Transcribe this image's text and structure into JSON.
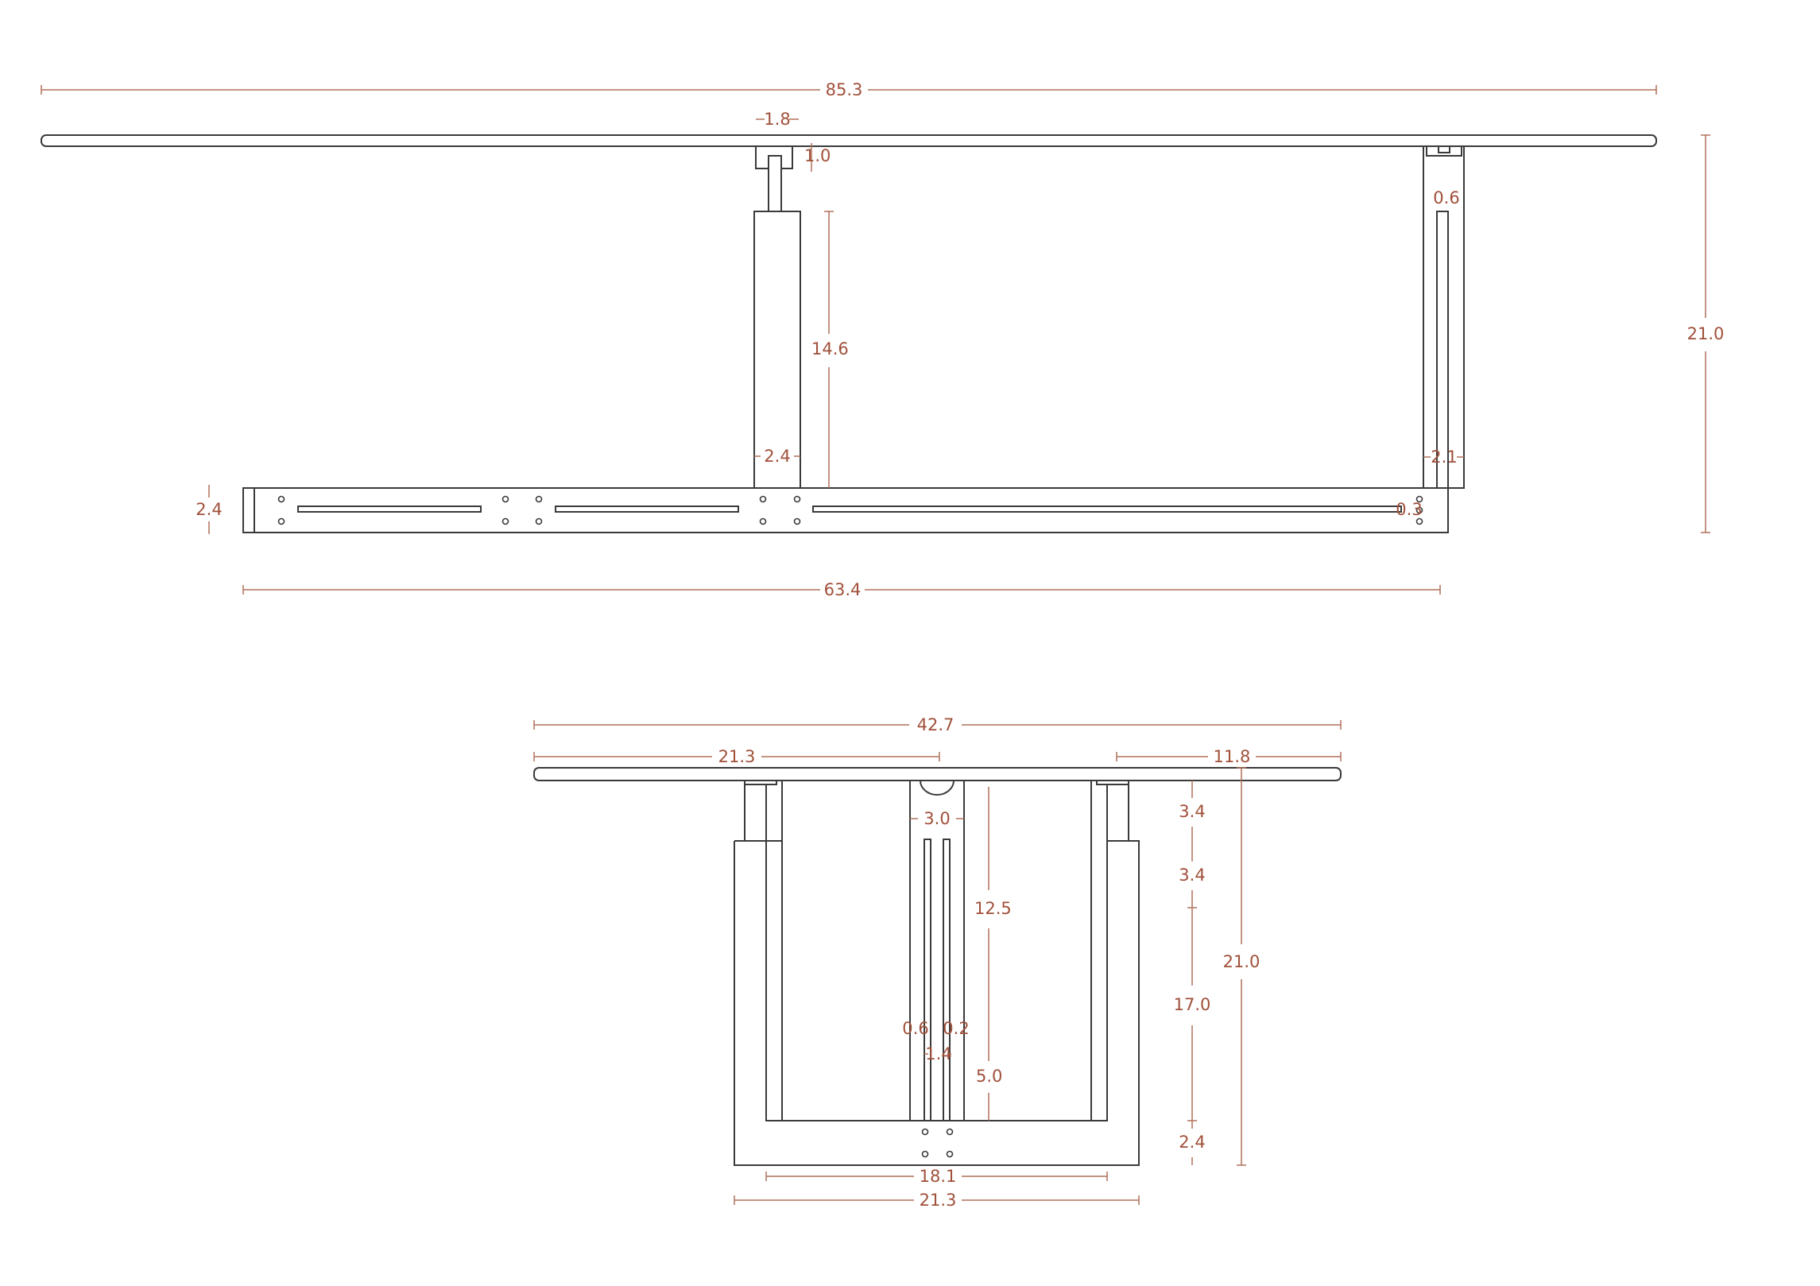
{
  "colors": {
    "line": "#3a3a3a",
    "dimension": "#b0705a",
    "dimension_text": "#a0503a",
    "background": "#ffffff"
  },
  "side_view": {
    "overall_length": "85.3",
    "pin_width": "1.8",
    "pin_height": "1.0",
    "post_height": "14.6",
    "post_width": "2.4",
    "beam_height": "2.4",
    "beam_length": "63.4",
    "right_leg_width": "2.1",
    "right_gap": "0.6",
    "end_gap": "0.3",
    "overall_height": "21.0"
  },
  "front_view": {
    "overall_width": "42.7",
    "half_width": "21.3",
    "right_offset": "11.8",
    "top_segment": "3.4",
    "second_segment": "3.4",
    "middle_segment": "17.0",
    "bottom_segment": "2.4",
    "overall_height": "21.0",
    "center_width": "3.0",
    "center_height": "12.5",
    "slot_left": "0.6",
    "slot_right": "0.2",
    "slot_width": "1.4",
    "slot_height": "5.0",
    "inner_width": "18.1",
    "base_width": "21.3"
  }
}
